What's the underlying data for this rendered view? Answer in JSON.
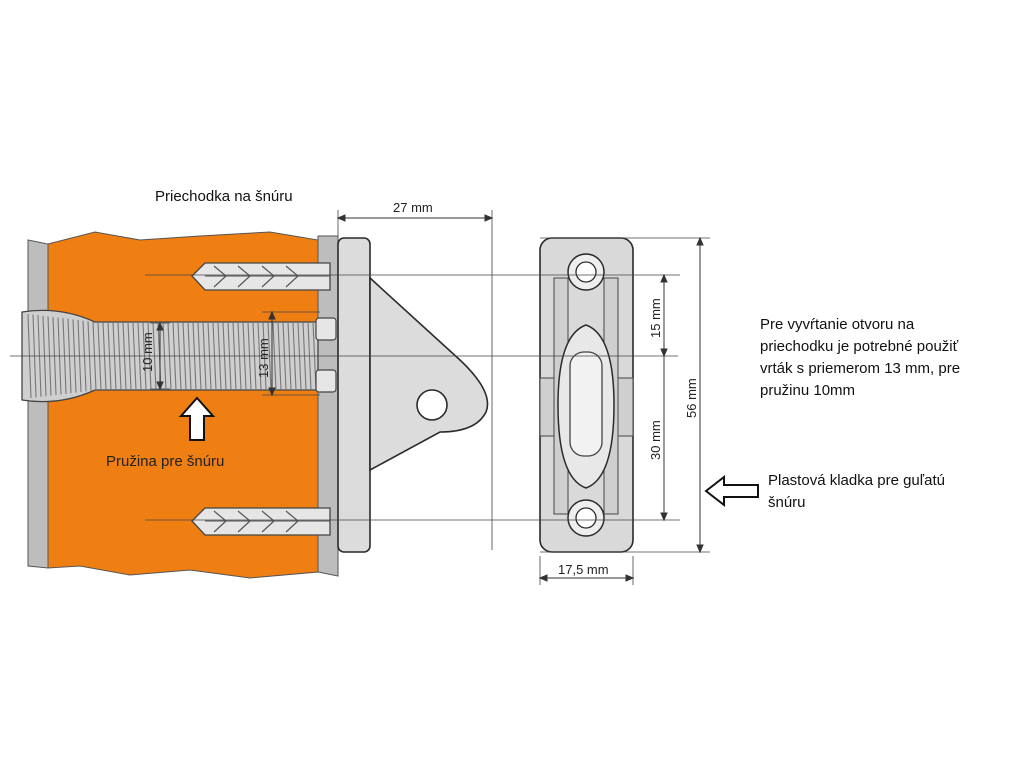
{
  "labels": {
    "bushing": "Priechodka na šnúru",
    "spring": "Pružina pre šnúru",
    "drill_note_lines": [
      "Pre vyvŕtanie otvoru na",
      "priechodku je potrebné použiť",
      "vrták s priemerom 13 mm, pre",
      "pružinu 10mm"
    ],
    "pulley_lines": [
      "Plastová kladka pre guľatú",
      "šnúru"
    ]
  },
  "dimensions": {
    "depth": "27 mm",
    "spring_diameter": "10 mm",
    "hole_diameter": "13 mm",
    "top_offset": "15 mm",
    "pulley_length": "30 mm",
    "height": "56 mm",
    "width": "17,5 mm"
  },
  "colors": {
    "wall": "#ef7f12",
    "wall_edge": "#c8c8c8",
    "part": "#dcdcdc",
    "outline": "#2a2a2a"
  },
  "icons": {
    "up_arrow": "arrow-up-outline-icon",
    "left_arrow": "arrow-left-outline-icon"
  }
}
